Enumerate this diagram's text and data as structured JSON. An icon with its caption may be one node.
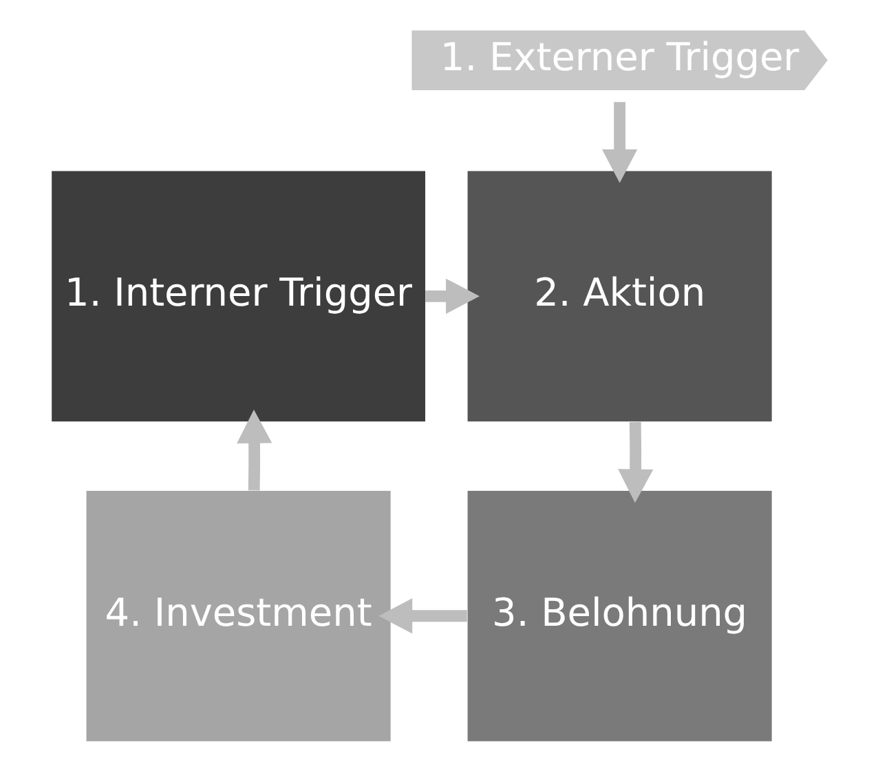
{
  "diagram": {
    "nodes": [
      {
        "text": [
          "1. Externer Trigger"
        ]
      },
      {
        "text": [
          "1. Interner Trigger"
        ]
      },
      {
        "text": [
          "2. Aktion"
        ]
      },
      {
        "text": [
          "3. Belohnung"
        ]
      },
      {
        "text": [
          "4. Investment"
        ]
      }
    ],
    "edges": [
      {
        "from": 0,
        "to": 2,
        "arrow": "to"
      },
      {
        "from": 1,
        "to": 2,
        "arrow": "to"
      },
      {
        "from": 2,
        "to": 3,
        "arrow": "to"
      },
      {
        "from": 3,
        "to": 4,
        "arrow": "to"
      },
      {
        "from": 4,
        "to": 1,
        "arrow": "to"
      }
    ]
  }
}
